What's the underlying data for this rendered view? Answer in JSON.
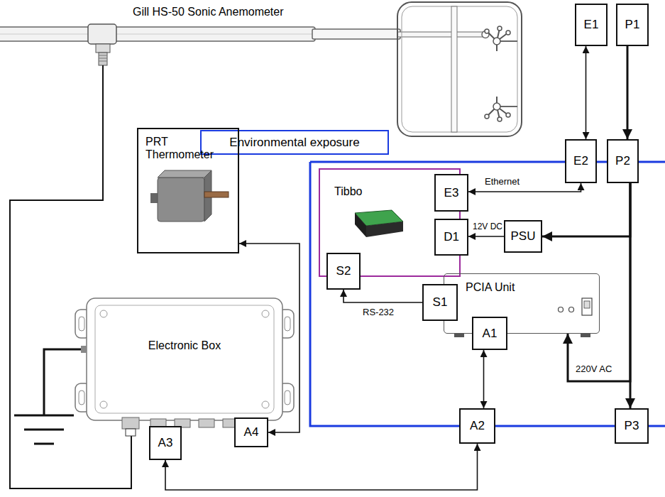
{
  "diagram": {
    "nodes": [
      {
        "text": [
          "E1"
        ]
      },
      {
        "text": [
          "P1"
        ]
      },
      {
        "text": [
          "Environmental exposure"
        ]
      },
      {
        "text": [
          "E2"
        ]
      },
      {
        "text": [
          "P2"
        ]
      },
      {
        "text": [
          "Tibbo"
        ]
      },
      {
        "text": [
          "E3"
        ],
        "in": 5
      },
      {
        "text": [
          "D1"
        ],
        "in": 5
      },
      {
        "text": [
          "S2"
        ],
        "in": 5
      },
      {
        "text": [
          "PRT Thermometer"
        ]
      },
      {
        "text": [
          "PSU"
        ]
      },
      {
        "text": [
          "PCIA Unit"
        ]
      },
      {
        "text": [
          "S1"
        ]
      },
      {
        "text": [
          "A1"
        ]
      },
      {
        "text": [
          "Electronic Box"
        ]
      },
      {
        "text": [
          "A4"
        ]
      },
      {
        "text": [
          "A2"
        ]
      },
      {
        "text": [
          "P3"
        ]
      },
      {
        "text": [
          "A3"
        ]
      }
    ],
    "edges": [
      {
        "from": 0,
        "to": 3,
        "arrow": "both"
      },
      {
        "from": 1,
        "to": 4,
        "arrow": "to"
      },
      {
        "from": 3,
        "to": 6,
        "arrow": "both",
        "label": "Ethernet"
      },
      {
        "from": 4,
        "to": 10,
        "arrow": "to"
      },
      {
        "from": 4,
        "to": 11,
        "arrow": "to",
        "label": "220V AC"
      },
      {
        "from": 4,
        "to": 17,
        "arrow": "to"
      },
      {
        "from": 10,
        "to": 7,
        "arrow": "to",
        "label": "12V DC"
      },
      {
        "from": 12,
        "to": 8,
        "arrow": "to",
        "label": "RS-232"
      },
      {
        "from": 13,
        "to": 16,
        "arrow": "both"
      },
      {
        "from": 16,
        "to": 18,
        "arrow": "both"
      },
      {
        "from": 15,
        "to": 9,
        "arrow": "both"
      }
    ],
    "labels": [
      "Gill HS-50 Sonic Anemometer"
    ]
  }
}
